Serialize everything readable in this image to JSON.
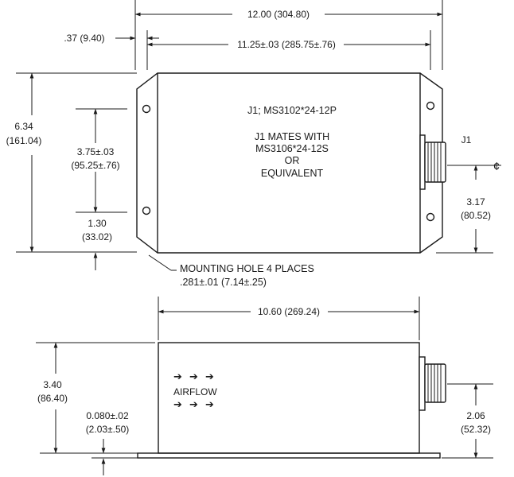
{
  "top_view": {
    "overall_width": "12.00 (304.80)",
    "flange_offset": ".37 (9.40)",
    "hole_spacing": "11.25±.03 (285.75±.76)",
    "height_value": "6.34",
    "height_mm": "(161.04)",
    "hole_vertical_value": "3.75±.03",
    "hole_vertical_mm": "(95.25±.76)",
    "hole_bottom_value": "1.30",
    "hole_bottom_mm": "(33.02)",
    "connector_label": "J1",
    "connector_height_value": "3.17",
    "connector_height_mm": "(80.52)",
    "center_symbol": "¢",
    "notes": [
      "J1; MS3102*24-12P",
      "J1 MATES WITH",
      "MS3106*24-12S",
      "OR",
      "EQUIVALENT"
    ],
    "mounting_hole_line1": "MOUNTING HOLE 4 PLACES",
    "mounting_hole_line2": ".281±.01 (7.14±.25)"
  },
  "side_view": {
    "body_width": "10.60 (269.24)",
    "height_value": "3.40",
    "height_mm": "(86.40)",
    "flange_value": "0.080±.02",
    "flange_mm": "(2.03±.50)",
    "connector_height_value": "2.06",
    "connector_height_mm": "(52.32)",
    "airflow_label": "AIRFLOW",
    "arrow_glyph": "➔"
  }
}
